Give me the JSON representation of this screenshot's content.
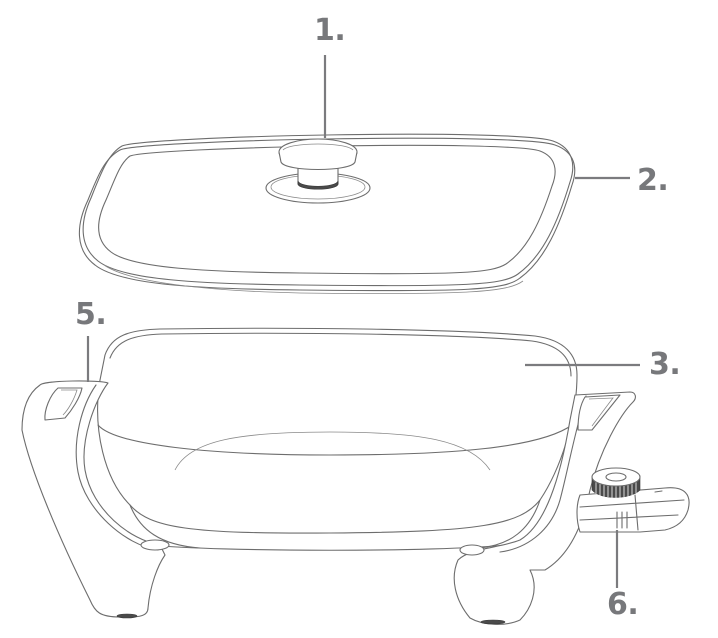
{
  "diagram": {
    "subject": "electric skillet exploded view",
    "line_color": "#6d6d6d",
    "label_color": "#77787b",
    "callouts": [
      {
        "id": "1",
        "label": "1.",
        "part": "lid knob"
      },
      {
        "id": "2",
        "label": "2.",
        "part": "glass lid"
      },
      {
        "id": "3",
        "label": "3.",
        "part": "cooking pan"
      },
      {
        "id": "5",
        "label": "5.",
        "part": "handle"
      },
      {
        "id": "6",
        "label": "6.",
        "part": "temperature control probe"
      }
    ]
  }
}
